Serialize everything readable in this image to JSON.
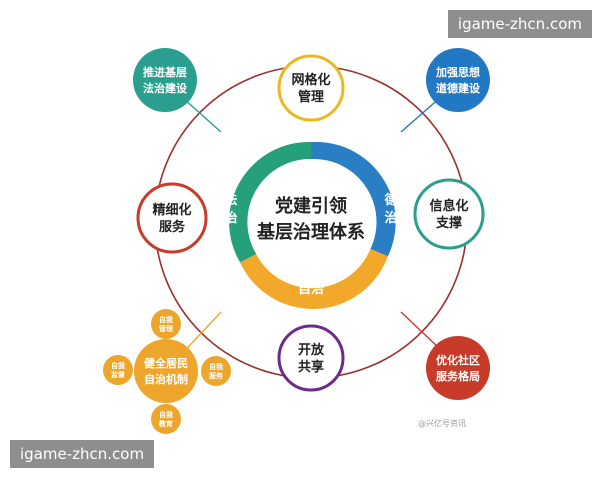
{
  "watermark": {
    "top": "igame-zhcn.com",
    "bottom": "igame-zhcn.com"
  },
  "center": {
    "line1": "党建引领",
    "line2": "基层治理体系"
  },
  "ring_labels": {
    "left": [
      "法",
      "治"
    ],
    "right": [
      "德",
      "治"
    ],
    "bottom": "自治"
  },
  "colors": {
    "ring_left": "#26a07a",
    "ring_right": "#2a7fc4",
    "ring_bottom": "#f2a82a",
    "orbit": "#9c2f2f",
    "green_node": "#1f9e78",
    "blue_node": "#2279c3",
    "red_node": "#c83a2a",
    "purple_node": "#6b2a8c",
    "yellow_node": "#e9b822",
    "orange_node": "#eea52c",
    "olive_node": "#9fa83a",
    "teal_node": "#2a9f8f"
  },
  "nodes": {
    "top": [
      "网格化",
      "管理"
    ],
    "right": [
      "信息化",
      "支撑"
    ],
    "left": [
      "精细化",
      "服务"
    ],
    "bottom": [
      "开放",
      "共享"
    ],
    "top_left": [
      "推进基层",
      "法治建设"
    ],
    "top_right": [
      "加强思想",
      "道德建设"
    ],
    "bottom_right": [
      "优化社区",
      "服务格局"
    ],
    "bottom_left": [
      "健全居民",
      "自治机制"
    ]
  },
  "sub_nodes": {
    "top": [
      "自我",
      "管理"
    ],
    "left": [
      "自我",
      "监督"
    ],
    "right": [
      "自我",
      "服务"
    ],
    "bottom": [
      "自我",
      "教育"
    ]
  },
  "credit": "@兴亿号资讯"
}
